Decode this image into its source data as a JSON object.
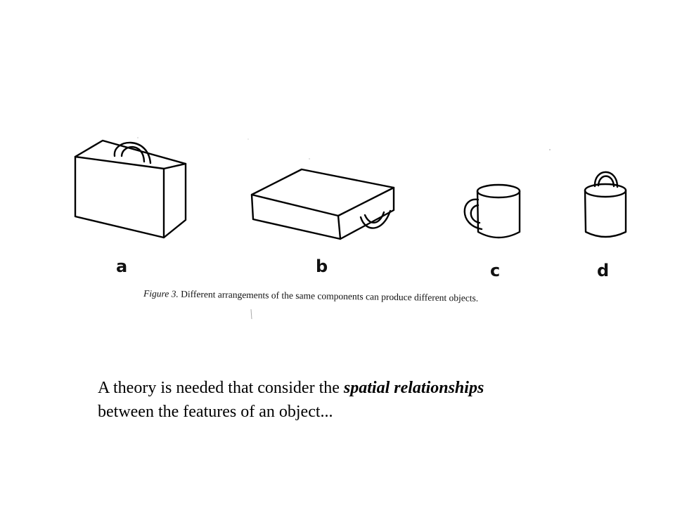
{
  "figure": {
    "labels": [
      "a",
      "b",
      "c",
      "d"
    ],
    "caption_lead": "Figure 3.",
    "caption_rest": " Different arrangements of the same components can produce different objects."
  },
  "text": {
    "line1_start": "A theory is needed that consider the ",
    "line1_emphasis": "spatial relationships",
    "line2": "between the features of an object..."
  }
}
